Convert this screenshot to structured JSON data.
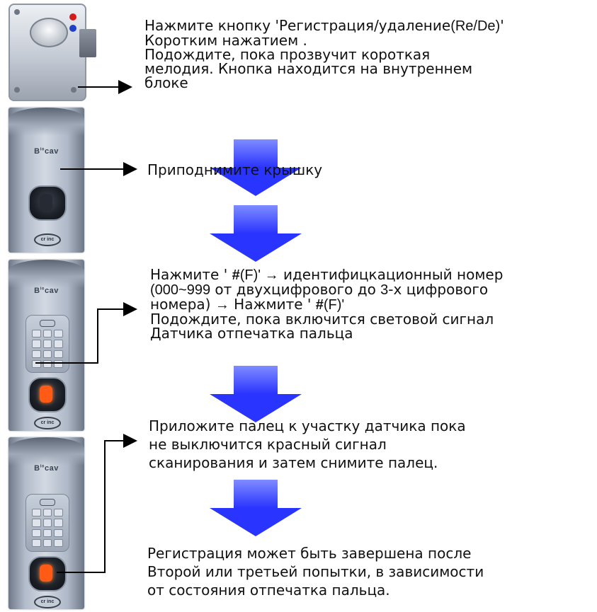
{
  "device": {
    "brand_text": "B",
    "brand_sup": "io",
    "brand_rest": "cav",
    "logo_text": "cr inc"
  },
  "steps": [
    {
      "lines": [
        {
          "a": "Нажмите кнопку 'Регистрация/удаление",
          "b": "(Re/De)",
          "c": "'"
        },
        {
          "a": "Коротким нажатием ."
        },
        {
          "a": "Подождите, пока прозвучит короткая"
        },
        {
          "a": "мелодия. Кнопка находится на внутреннем"
        },
        {
          "a": "блоке"
        }
      ]
    },
    {
      "lines": [
        {
          "a": "Приподнимите крышку"
        }
      ]
    },
    {
      "lines": [
        {
          "a": "Нажмите ' ",
          "b": "#",
          "c": "(F)' ",
          "arrow": "→",
          "d": " идентифицкационный номер"
        },
        {
          "a": "(000~999",
          "a_bold": true,
          "b2": " от двухцифрового до ",
          "c2": "3",
          "d2": "-х цифрового"
        },
        {
          "a": "номера) ",
          "arrow": "→",
          "d": " Нажмите ' ",
          "e": "#",
          "f": "(F)'"
        },
        {
          "a": "Подождите, пока включится световой сигнал"
        },
        {
          "a": "Датчика отпечатка пальца"
        }
      ]
    },
    {
      "lines": [
        {
          "a": "Приложите палец к участку датчика пока"
        },
        {
          "a": "не выключится красный сигнал"
        },
        {
          "a": "сканирования и затем снимите палец."
        }
      ]
    },
    {
      "lines": [
        {
          "a": "Регистрация может быть завершена после"
        },
        {
          "a": "Второй или третьей попытки, в зависимости"
        },
        {
          "a": "от состояния отпечатка пальца."
        }
      ]
    }
  ],
  "colors": {
    "flow_arrow": "#2a34ff",
    "sensor_lit": "#ff5a16",
    "lock_red_dot": "#d41c1c",
    "lock_blue_dot": "#1f3fc4"
  }
}
